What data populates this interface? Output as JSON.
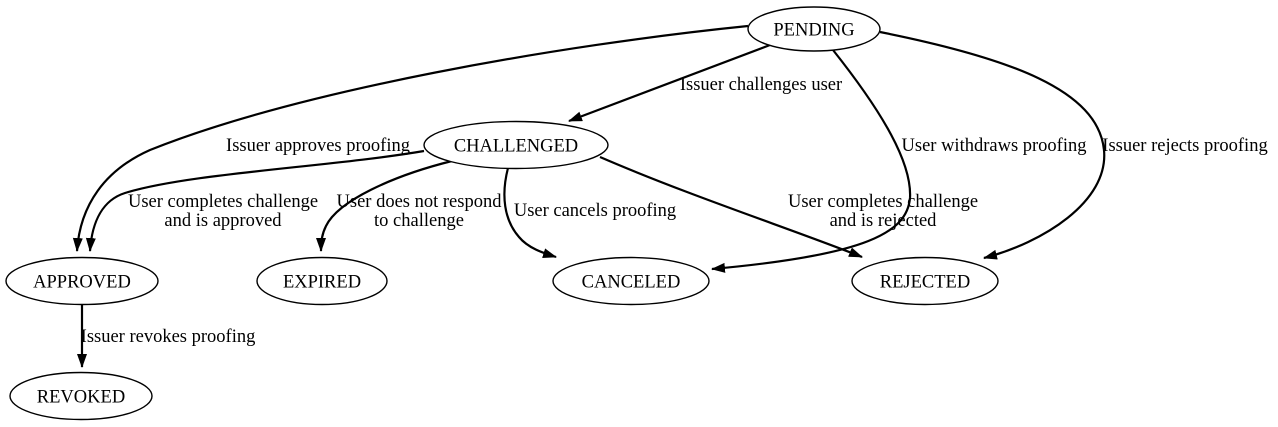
{
  "diagram": {
    "kind": "state-transition-graph",
    "background_color": "#ffffff",
    "stroke_color": "#000000",
    "text_color": "#000000",
    "nodes": {
      "pending": {
        "label": "PENDING"
      },
      "challenged": {
        "label": "CHALLENGED"
      },
      "approved": {
        "label": "APPROVED"
      },
      "expired": {
        "label": "EXPIRED"
      },
      "canceled": {
        "label": "CANCELED"
      },
      "rejected": {
        "label": "REJECTED"
      },
      "revoked": {
        "label": "REVOKED"
      }
    },
    "edges": {
      "pending_challenged": {
        "from": "PENDING",
        "to": "CHALLENGED",
        "label": "Issuer challenges user"
      },
      "pending_approved": {
        "from": "PENDING",
        "to": "APPROVED",
        "label": "Issuer approves proofing"
      },
      "pending_canceled": {
        "from": "PENDING",
        "to": "CANCELED",
        "label": "User withdraws proofing"
      },
      "pending_rejected": {
        "from": "PENDING",
        "to": "REJECTED",
        "label": "Issuer rejects proofing"
      },
      "challenged_approved": {
        "from": "CHALLENGED",
        "to": "APPROVED",
        "lines": [
          "User completes challenge",
          "and is approved"
        ]
      },
      "challenged_expired": {
        "from": "CHALLENGED",
        "to": "EXPIRED",
        "lines": [
          "User does not respond",
          "to challenge"
        ]
      },
      "challenged_canceled": {
        "from": "CHALLENGED",
        "to": "CANCELED",
        "label": "User cancels proofing"
      },
      "challenged_rejected": {
        "from": "CHALLENGED",
        "to": "REJECTED",
        "lines": [
          "User completes challenge",
          "and is rejected"
        ]
      },
      "approved_revoked": {
        "from": "APPROVED",
        "to": "REVOKED",
        "label": "Issuer revokes proofing"
      }
    }
  }
}
